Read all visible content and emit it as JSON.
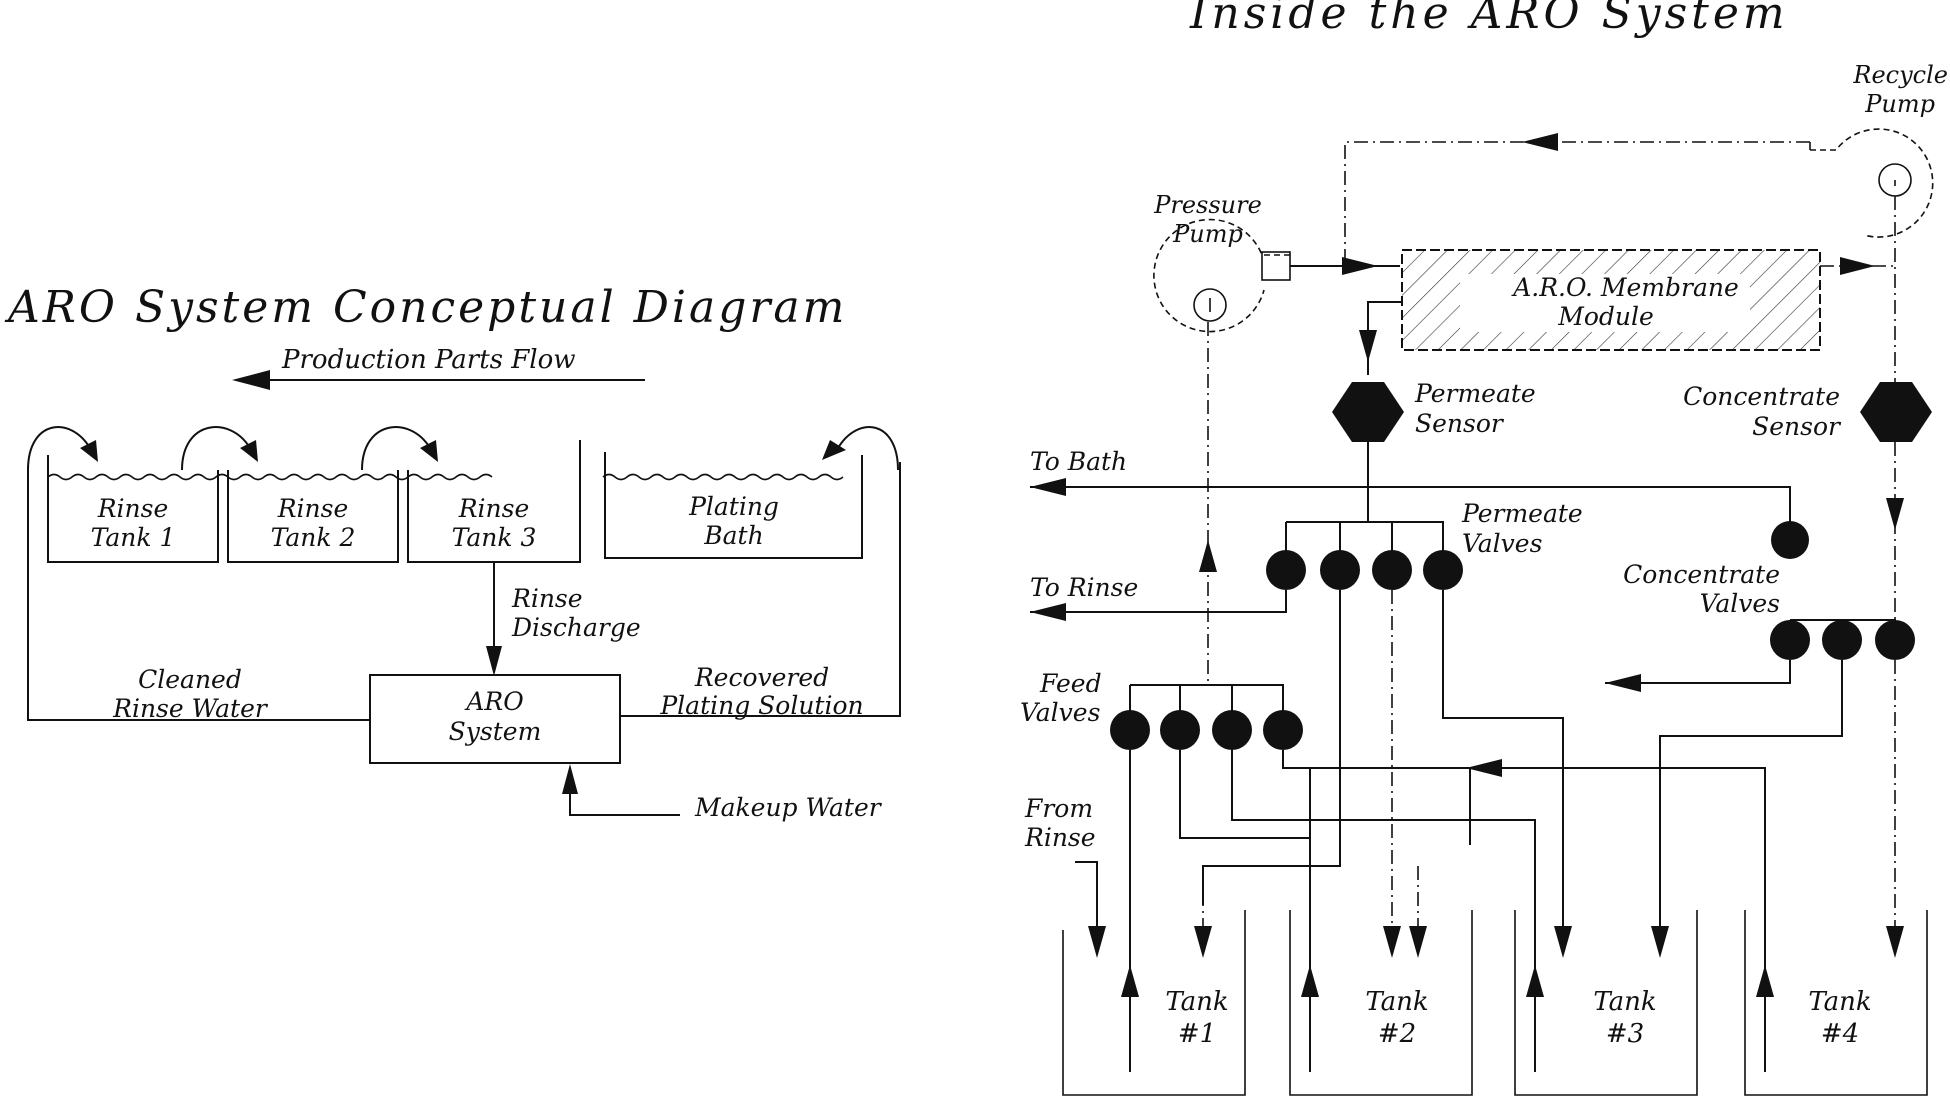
{
  "left": {
    "title": "ARO System Conceptual Diagram",
    "parts_flow": "Production Parts Flow",
    "tanks": [
      {
        "line1": "Rinse",
        "line2": "Tank 1"
      },
      {
        "line1": "Rinse",
        "line2": "Tank 2"
      },
      {
        "line1": "Rinse",
        "line2": "Tank 3"
      },
      {
        "line1": "Plating",
        "line2": "Bath"
      }
    ],
    "rinse_discharge": [
      "Rinse",
      "Discharge"
    ],
    "aro_box": [
      "ARO",
      "System"
    ],
    "cleaned": [
      "Cleaned",
      "Rinse Water"
    ],
    "recovered": [
      "Recovered",
      "Plating Solution"
    ],
    "makeup": "Makeup Water"
  },
  "right": {
    "title": "Inside the ARO System",
    "recycle_pump": [
      "Recycle",
      "Pump"
    ],
    "pressure_pump": [
      "Pressure",
      "Pump"
    ],
    "membrane": [
      "A.R.O. Membrane",
      "Module"
    ],
    "permeate_sensor": [
      "Permeate",
      "Sensor"
    ],
    "concentrate_sensor": [
      "Concentrate",
      "Sensor"
    ],
    "to_bath": "To Bath",
    "to_rinse": "To Rinse",
    "permeate_valves": [
      "Permeate",
      "Valves"
    ],
    "concentrate_valves": [
      "Concentrate",
      "Valves"
    ],
    "feed_valves": [
      "Feed",
      "Valves"
    ],
    "from_rinse": [
      "From",
      "Rinse"
    ],
    "tanks": [
      {
        "line1": "Tank",
        "line2": "#1"
      },
      {
        "line1": "Tank",
        "line2": "#2"
      },
      {
        "line1": "Tank",
        "line2": "#3"
      },
      {
        "line1": "Tank",
        "line2": "#4"
      }
    ]
  }
}
